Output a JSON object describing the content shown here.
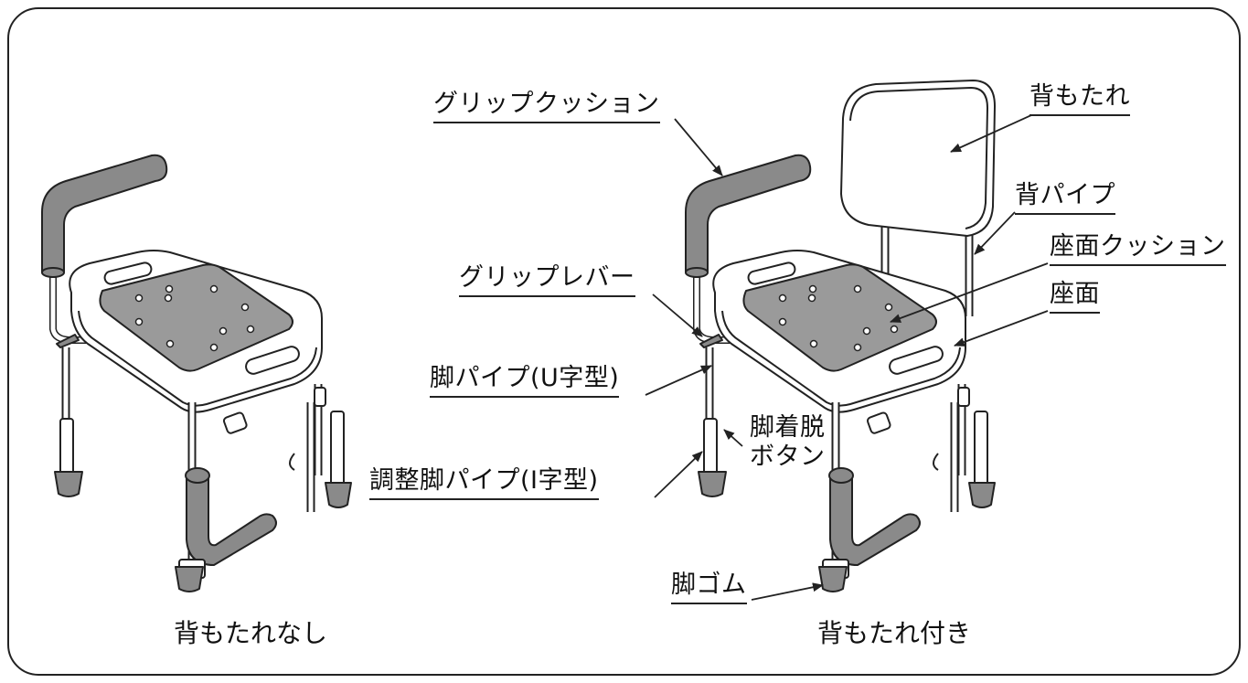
{
  "captions": {
    "left": "背もたれなし",
    "right": "背もたれ付き"
  },
  "labels": {
    "backrest": "背もたれ",
    "grip_cushion": "グリップクッション",
    "back_pipe": "背パイプ",
    "seat_cushion": "座面クッション",
    "grip_lever": "グリップレバー",
    "seat": "座面",
    "leg_pipe_u": "脚パイプ(U字型)",
    "leg_release_button_line1": "脚着脱",
    "leg_release_button_line2": "ボタン",
    "adjust_leg_pipe": "調整脚パイプ(I字型)",
    "leg_rubber": "脚ゴム"
  },
  "colors": {
    "line": "#222222",
    "cushion": "#8a8a8a",
    "seat_pad": "#9a9a9a",
    "frame": "#ffffff"
  }
}
